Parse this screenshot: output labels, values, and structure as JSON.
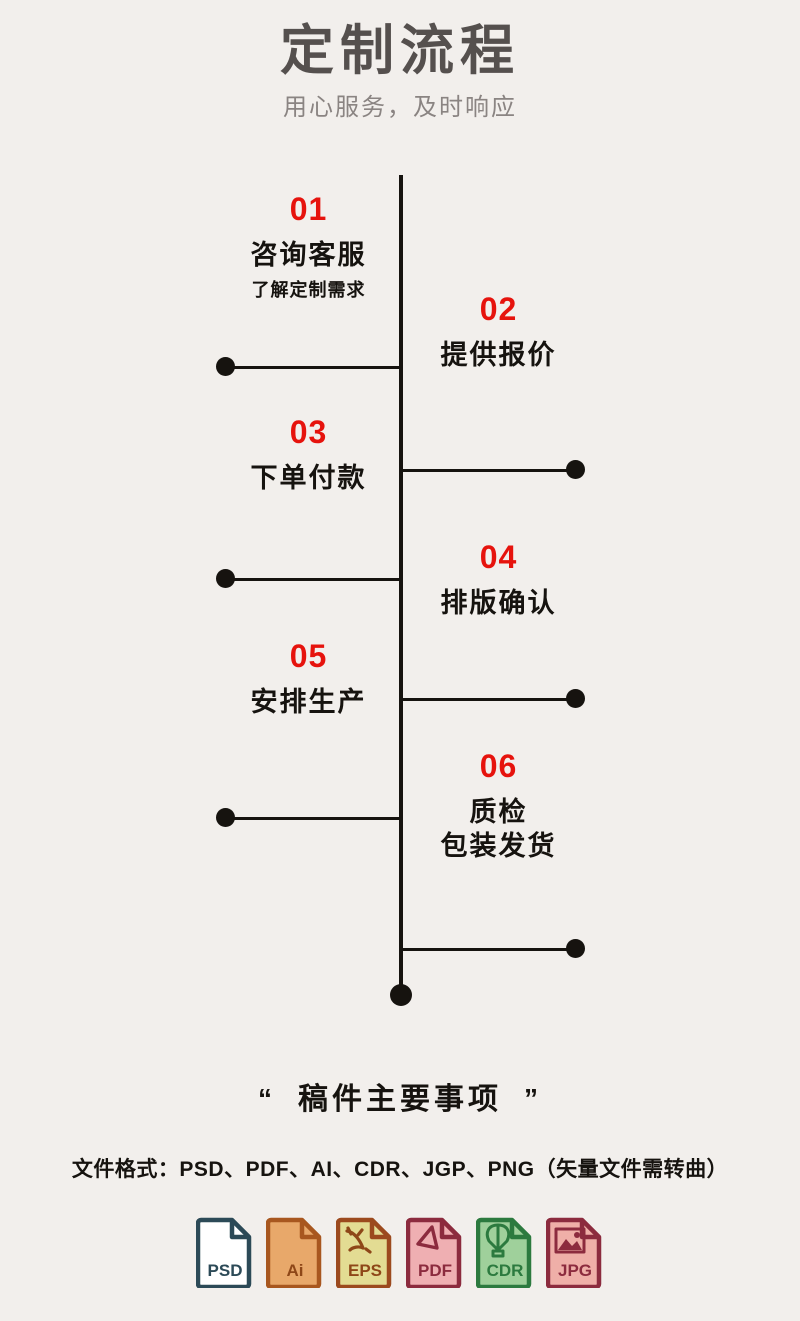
{
  "header": {
    "title": "定制流程",
    "subtitle": "用心服务，及时响应"
  },
  "timeline": {
    "accent_number_color": "#E6130D",
    "line_color": "#16130F",
    "steps": [
      {
        "num": "01",
        "label": "咨询客服",
        "sub": "了解定制需求",
        "side": "left"
      },
      {
        "num": "02",
        "label": "提供报价",
        "sub": "",
        "side": "right"
      },
      {
        "num": "03",
        "label": "下单付款",
        "sub": "",
        "side": "left"
      },
      {
        "num": "04",
        "label": "排版确认",
        "sub": "",
        "side": "right"
      },
      {
        "num": "05",
        "label": "安排生产",
        "sub": "",
        "side": "left"
      },
      {
        "num": "06",
        "label": "质检",
        "label2": "包装发货",
        "sub": "",
        "side": "right"
      }
    ]
  },
  "notes": {
    "quote_open": "“",
    "quote_close": "”",
    "title": "稿件主要事项",
    "formats_text": "文件格式：PSD、PDF、AI、CDR、JGP、PNG（矢量文件需转曲）"
  },
  "file_icons": [
    {
      "code": "PSD",
      "fill": "#FFFFFF",
      "stroke": "#2C4A57",
      "text_color": "#2C4A57"
    },
    {
      "code": "Ai",
      "fill": "#E8A86A",
      "stroke": "#A8571F",
      "text_color": "#8E4718"
    },
    {
      "code": "EPS",
      "fill": "#E3DC93",
      "stroke": "#9C4A1E",
      "text_color": "#8E4718"
    },
    {
      "code": "PDF",
      "fill": "#EFAFB2",
      "stroke": "#8C2B3E",
      "text_color": "#8C2B3E"
    },
    {
      "code": "CDR",
      "fill": "#9FD09B",
      "stroke": "#2C7A3F",
      "text_color": "#2C7A3F"
    },
    {
      "code": "JPG",
      "fill": "#EFAFA8",
      "stroke": "#8C2B3E",
      "text_color": "#8C2B3E"
    }
  ]
}
